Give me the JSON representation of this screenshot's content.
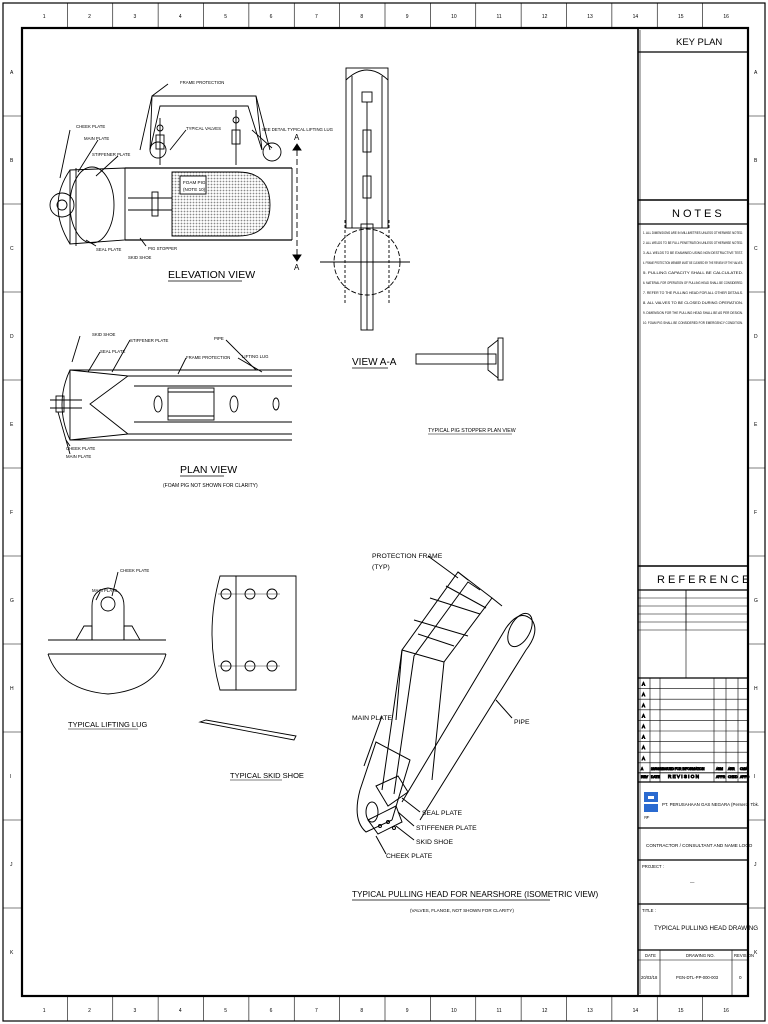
{
  "border": {
    "columns": [
      "1",
      "2",
      "3",
      "4",
      "5",
      "6",
      "7",
      "8",
      "9",
      "10",
      "11",
      "12",
      "13",
      "14",
      "15",
      "16"
    ],
    "rows": [
      "A",
      "B",
      "C",
      "D",
      "E",
      "F",
      "G",
      "H",
      "I",
      "J",
      "K"
    ]
  },
  "views": {
    "elevation": {
      "title": "ELEVATION VIEW",
      "labels": {
        "frame_protection": "FRAME PROTECTION",
        "see_detail": "SEE DETAIL TYPICAL LIFTING LUG",
        "typical_valves": "TYPICAL VALVES",
        "cheek_plate": "CHEEK PLATE",
        "main_plate": "MAIN PLATE",
        "stiffener_plate": "STIFFENER PLATE",
        "foam_pig": "FOAM PIG",
        "note": "(NOTE 10)",
        "seal_plate": "SEAL PLATE",
        "pig_stopper": "PIG STOPPER",
        "skid_shoe": "SKID SHOE",
        "section_a": "A"
      }
    },
    "section": {
      "title": "VIEW A-A"
    },
    "plan": {
      "title": "PLAN VIEW",
      "subtitle": "(FOAM PIG NOT SHOWN FOR CLARITY)",
      "labels": {
        "skid_shoe": "SKID SHOE",
        "seal_plate": "SEAL PLATE",
        "stiffener_plate": "STIFFENER PLATE",
        "frame_protection": "FRAME PROTECTION",
        "pipe": "PIPE",
        "lifting_lug": "LIFTING LUG",
        "cheek_plate": "CHEEK PLATE",
        "main_plate": "MAIN PLATE"
      }
    },
    "pig_stopper": {
      "title": "TYPICAL PIG STOPPER PLAN VIEW"
    },
    "lifting_lug": {
      "title": "TYPICAL LIFTING LUG",
      "labels": {
        "cheek_plate": "CHEEK PLATE",
        "main_plate": "MAIN PLATE"
      }
    },
    "skid_shoe": {
      "title": "TYPICAL SKID SHOE"
    },
    "isometric": {
      "title": "TYPICAL PULLING HEAD FOR NEARSHORE (ISOMETRIC VIEW)",
      "subtitle": "(VALVES, FLANGE, NOT SHOWN FOR CLARITY)",
      "labels": {
        "protection_frame": "PROTECTION FRAME",
        "typ": "(TYP)",
        "main_plate": "MAIN PLATE",
        "pipe": "PIPE",
        "seal_plate": "SEAL PLATE",
        "stiffener_plate": "STIFFENER PLATE",
        "skid_shoe": "SKID SHOE",
        "cheek_plate": "CHEEK PLATE"
      }
    }
  },
  "title_block": {
    "key_plan": "KEY PLAN",
    "notes_title": "N O T E S",
    "notes": [
      "1. ALL DIMENSIONS ARE IN MILLIMETRES UNLESS OTHERWISE NOTED.",
      "2. ALL WELDS TO BE FULL PENETRATION UNLESS OTHERWISE NOTED.",
      "3. ALL WELDS TO BE EXAMINED USING NON DESTRUCTIVE TEST.",
      "4. FRAME PROTECTION MEMBER MUST BE CLEARED BY THE REVIEW OF THE VALVES.",
      "5. PULLING CAPACITY SHALL BE CALCULATED.",
      "6. MATERIAL FOR OPERATION OF PULLING HEAD SHALL BE CONSIDERED.",
      "7. REFER TO THE PULLING HEAD FOR ALL OTHER DETAILS.",
      "8. ALL VALVES TO BE CLOSED DURING OPERATION.",
      "9. DIMENSION FOR THE PULLING HEAD SHALL BE AS PER DESIGN.",
      "10. FOAM PIG SHALL BE CONSIDERED FOR EMERGENCY CONDITION."
    ],
    "reference_title": "R E F E R E N C E",
    "revision": {
      "header": [
        "REV",
        "DATE",
        "R E V I S I O N",
        "APPR",
        "CHKD",
        "APPD"
      ],
      "rows": [
        "A",
        "A",
        "A",
        "A",
        "A",
        "A",
        "A",
        "A"
      ],
      "first_row": [
        "A",
        "20/03/18",
        "ISSUED FOR INFORMATION",
        "ABM",
        "ARR",
        "OMA"
      ]
    },
    "company": "PT. PERUSAHAAN GAS NEGARA (Persero) Tbk.",
    "contractor": "CONTRACTOR / CONSULTANT AND NAME LOGO",
    "project_label": "PROJECT :",
    "project_value": "—",
    "title_label": "TITLE :",
    "drawing_title": "TYPICAL PULLING HEAD DRAWING",
    "footer_headers": [
      "DATE",
      "DRAWING NO.",
      "REVISION"
    ],
    "footer_values": [
      "20/03/18",
      "PGN-DTL-PP-000-003",
      "0"
    ]
  },
  "colors": {
    "line": "#000000",
    "hatch": "#9a9a9a",
    "paper": "#ffffff"
  }
}
